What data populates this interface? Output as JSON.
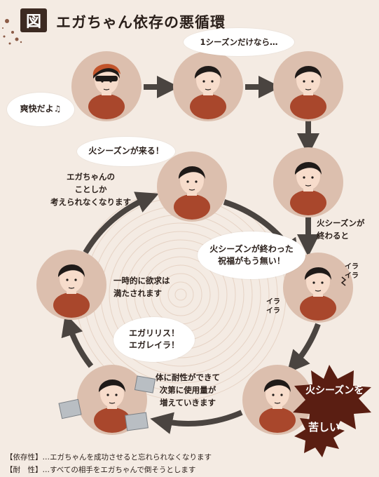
{
  "header": {
    "figure_mark": "図",
    "title": "エガちゃん依存の悪循環"
  },
  "bubbles": {
    "refreshing": "爽快だよ♫",
    "one_season": "1シーズンだけなら…",
    "fire_season_coming": "火シーズンが来る！",
    "blessing_gone": "火シーズンが終わった\n祝福がもう無い！",
    "egarilis": "エガリリス！\nエガレイラ！",
    "suffering_1": "火シーズンを",
    "suffering_2": "苦しい"
  },
  "labels": {
    "only_ega": "エガちゃんの\nことしか\n考えられなくなります",
    "season_ends": "火シーズンが\n終わると",
    "temporary": "一時的に欲求は\n満たされます",
    "tolerance": "体に耐性ができて\n次第に使用量が\n増えていきます",
    "iraira_1": "イラ\nイラ",
    "iraira_2": "イラ\nイラ"
  },
  "footer": {
    "dependence": "【依存性】…エガちゃんを成功させると忘れられなくなります",
    "tolerance": "【耐　性】…すべての相手をエガちゃんで倒そうとします"
  },
  "colors": {
    "background": "#f4ebe3",
    "circle": "#dcbfae",
    "arrow": "#4a4440",
    "shirt": "#a9472c",
    "hair": "#1f1a18",
    "skin": "#f7dccb",
    "burst": "#5a1e12"
  }
}
